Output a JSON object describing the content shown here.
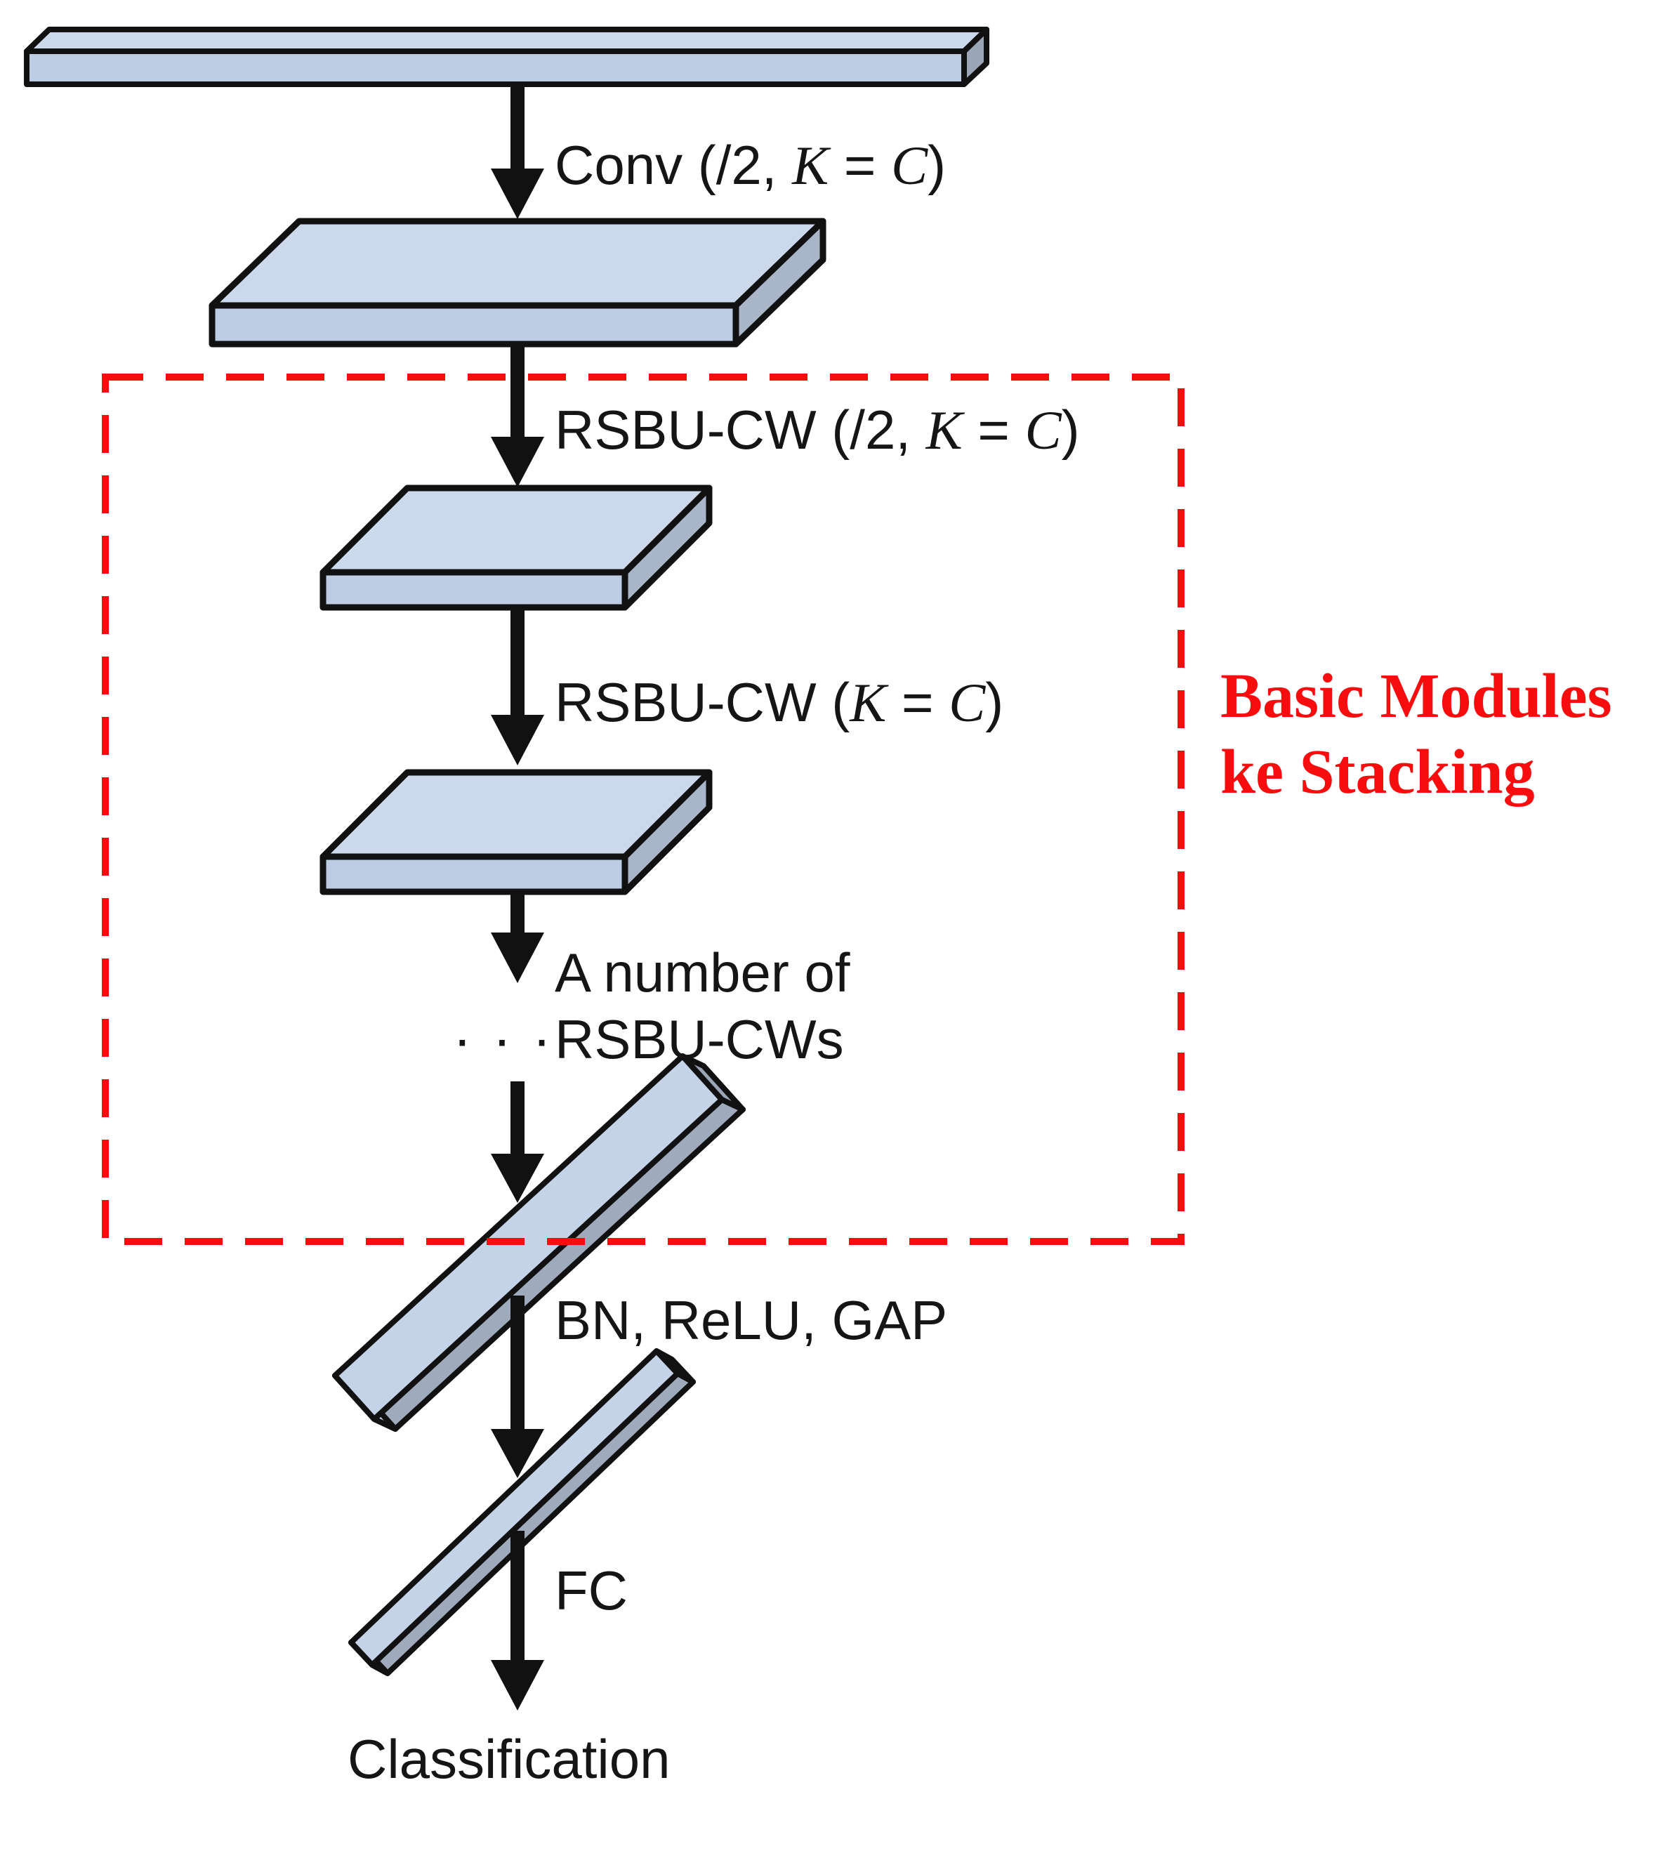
{
  "figure": {
    "title_hidden": "",
    "annotation": {
      "line1": "Basic Modules",
      "line2": "ke Stacking"
    },
    "labels": {
      "conv": {
        "prefix": "Conv (/2, ",
        "k": "K",
        "eq": " = ",
        "c": "C",
        "suffix": ")"
      },
      "rsbu_down": {
        "prefix": "RSBU-CW (/2, ",
        "k": "K",
        "eq": " = ",
        "c": "C",
        "suffix": ")"
      },
      "rsbu": {
        "prefix": "RSBU-CW (",
        "k": "K",
        "eq": " = ",
        "c": "C",
        "suffix": ")"
      },
      "more_line1": "A number of",
      "more_dots": "···",
      "more_line2": "RSBU-CWs",
      "bn_relu_gap": "BN, ReLU, GAP",
      "fc": "FC",
      "classification": "Classification"
    },
    "colors": {
      "slab_top": "#ccd9ec",
      "slab_front": "#bccce3",
      "slab_side": "#a9b6ca",
      "end_cap": "#9aa5b5",
      "beam_face": "#c5d3e8",
      "beam_side": "#9fabbd",
      "outline": "#111111",
      "dashed_box_red": "#f70d0d",
      "annotation_red": "#f70d0d",
      "background": "#ffffff"
    }
  }
}
